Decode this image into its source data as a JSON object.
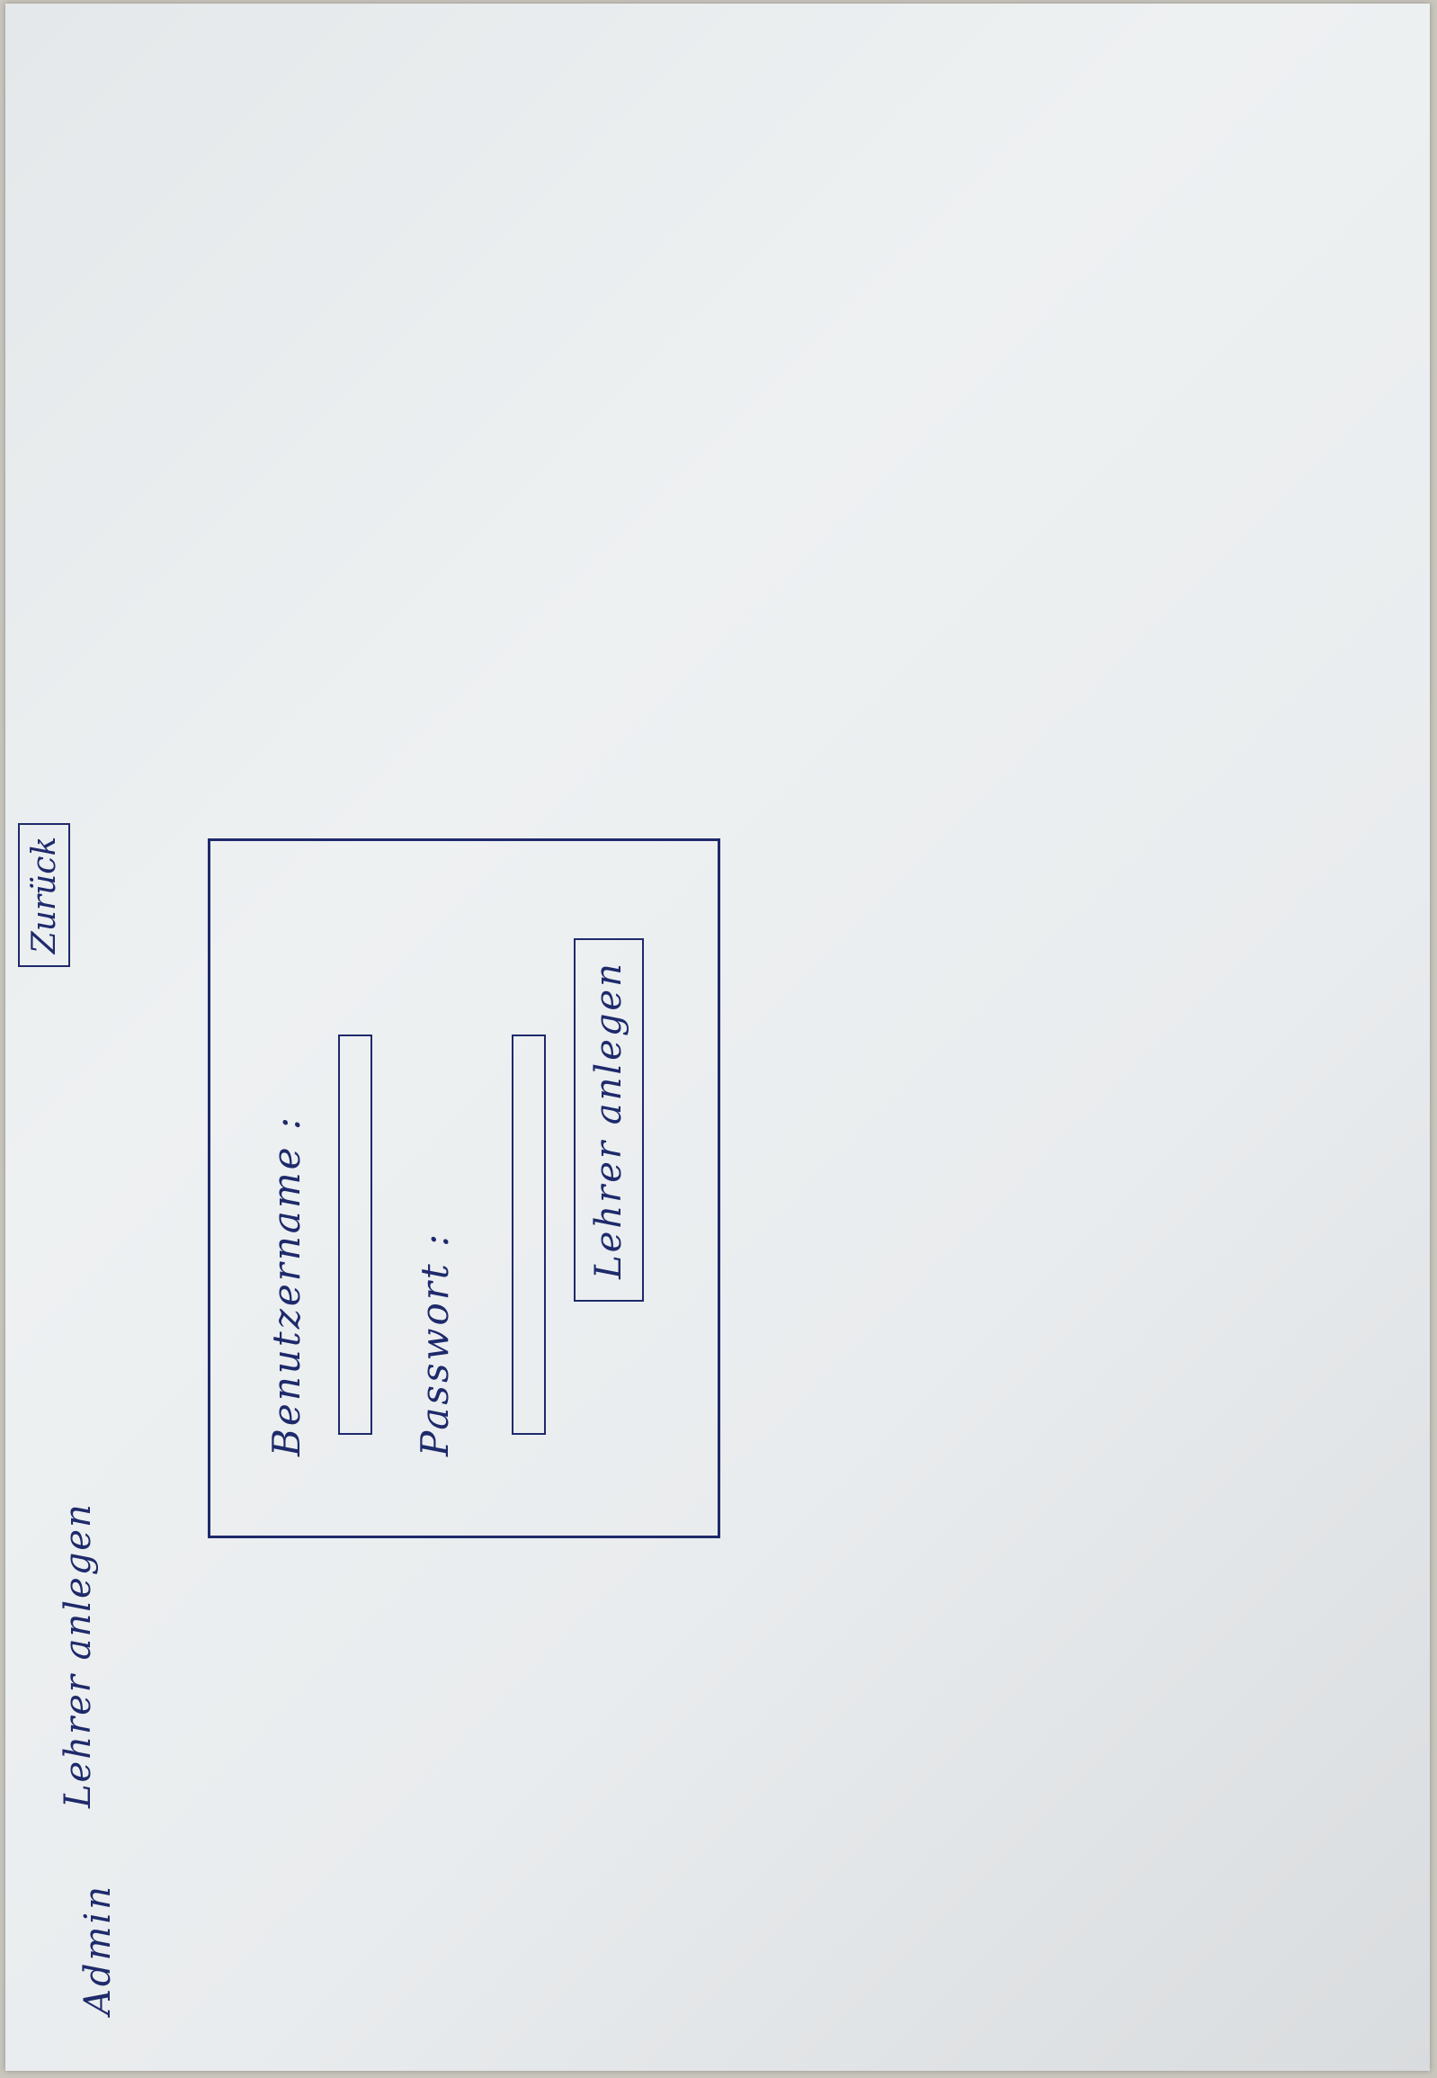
{
  "header": {
    "role": "Admin",
    "title": "Lehrer anlegen"
  },
  "toolbar": {
    "back_label": "Zurück"
  },
  "form": {
    "username_label": "Benutzername :",
    "password_label": "Passwort :",
    "submit_label": "Lehrer anlegen"
  },
  "colors": {
    "ink": "#1e2a6b",
    "paper": "#e9ecee"
  }
}
